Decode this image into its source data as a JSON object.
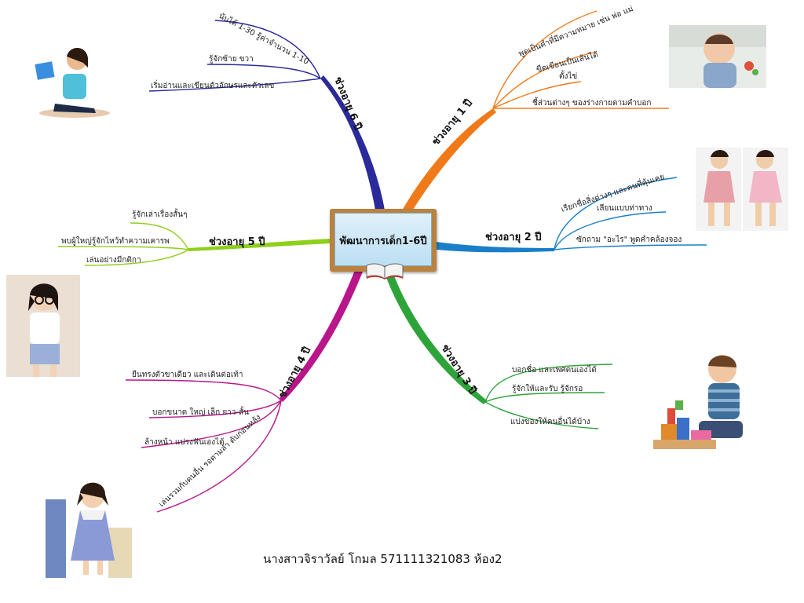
{
  "center": {
    "title": "พัฒนาการเด็ก1-6ปี"
  },
  "branches": {
    "age1": {
      "title": "ช่วงอายุ 1 ปี",
      "color": "#f07a1a",
      "items": [
        "พูดเป็นคำที่มีความหมาย เช่น พ่อ แม่",
        "ขีดเขียนเป็นเส้นได้",
        "ตั้งไข่",
        "ชี้ส่วนต่างๆ ของร่างกายตามคำบอก"
      ]
    },
    "age2": {
      "title": "ช่วงอายุ 2 ปี",
      "color": "#1a7fc8",
      "items": [
        "เรียกชื่อสิ่งต่างๆ และคนที่คุ้นเคย",
        "เลียนแบบท่าทาง",
        "ซักถาม \"อะไร\" พูดคำคล้องจอง"
      ]
    },
    "age3": {
      "title": "ช่วงอายุ 3 ปี",
      "color": "#2ea33a",
      "items": [
        "บอกชื่อ และเพศตนเองได้",
        "รู้จักให้และรับ รู้จักรอ",
        "แบ่งของให้คนอื่นได้บ้าง"
      ]
    },
    "age4": {
      "title": "ช่วงอายุ 4 ปี",
      "color": "#b8168a",
      "items": [
        "ยืนทรงตัวขาเดียว และเดินต่อเท้า",
        "บอกขนาด ใหญ่ เล็ก ยาว-สั้น",
        "ล้างหน้า แปรงฟันเองได้",
        "เล่นรวมกับคนอื่น รอตามลำ ดับก่อนหลัง"
      ]
    },
    "age5": {
      "title": "ช่วงอายุ 5 ปี",
      "color": "#8fcf1a",
      "items": [
        "รู้จักเล่าเรื่องสั้นๆ",
        "พบผู้ใหญ่รู้จักไหว้ทำความเคารพ",
        "เล่นอย่างมีกติกา"
      ]
    },
    "age6": {
      "title": "ช่วงอายุ 6 ปี",
      "color": "#2b2a9a",
      "items": [
        "นับได้ 1-30 รู้ค่าจำนวน 1-10",
        "รู้จักซ้าย ขวา",
        "เริ่มอ่านและเขียนตัวอักษรและตัวเลข"
      ]
    }
  },
  "footer": {
    "text": "นางสาวจิราวัลย์ โกมล 571111321083 ห้อง2"
  }
}
